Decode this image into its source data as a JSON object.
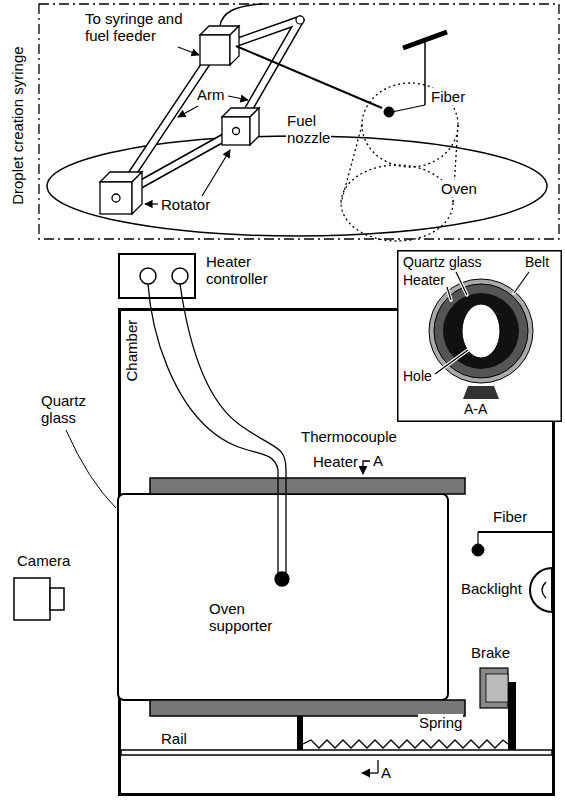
{
  "diagram": {
    "nodes": [
      {
        "text": [
          "Droplet creation syringe"
        ]
      },
      {
        "text": [
          "Heater controller"
        ]
      },
      {
        "text": [
          "Chamber"
        ]
      },
      {
        "text": [
          "Quartz glass",
          "Heater",
          "Belt",
          "Hole",
          "A-A"
        ]
      }
    ],
    "labels": [
      "To syringe and fuel feeder",
      "Arm",
      "Rotator",
      "Fuel nozzle",
      "Fiber",
      "Oven",
      "Quartz glass",
      "Camera",
      "Thermocouple",
      "Heater",
      "A",
      "Fiber",
      "Backlight",
      "Brake",
      "Oven supporter",
      "Spring",
      "Rail",
      "A"
    ]
  }
}
